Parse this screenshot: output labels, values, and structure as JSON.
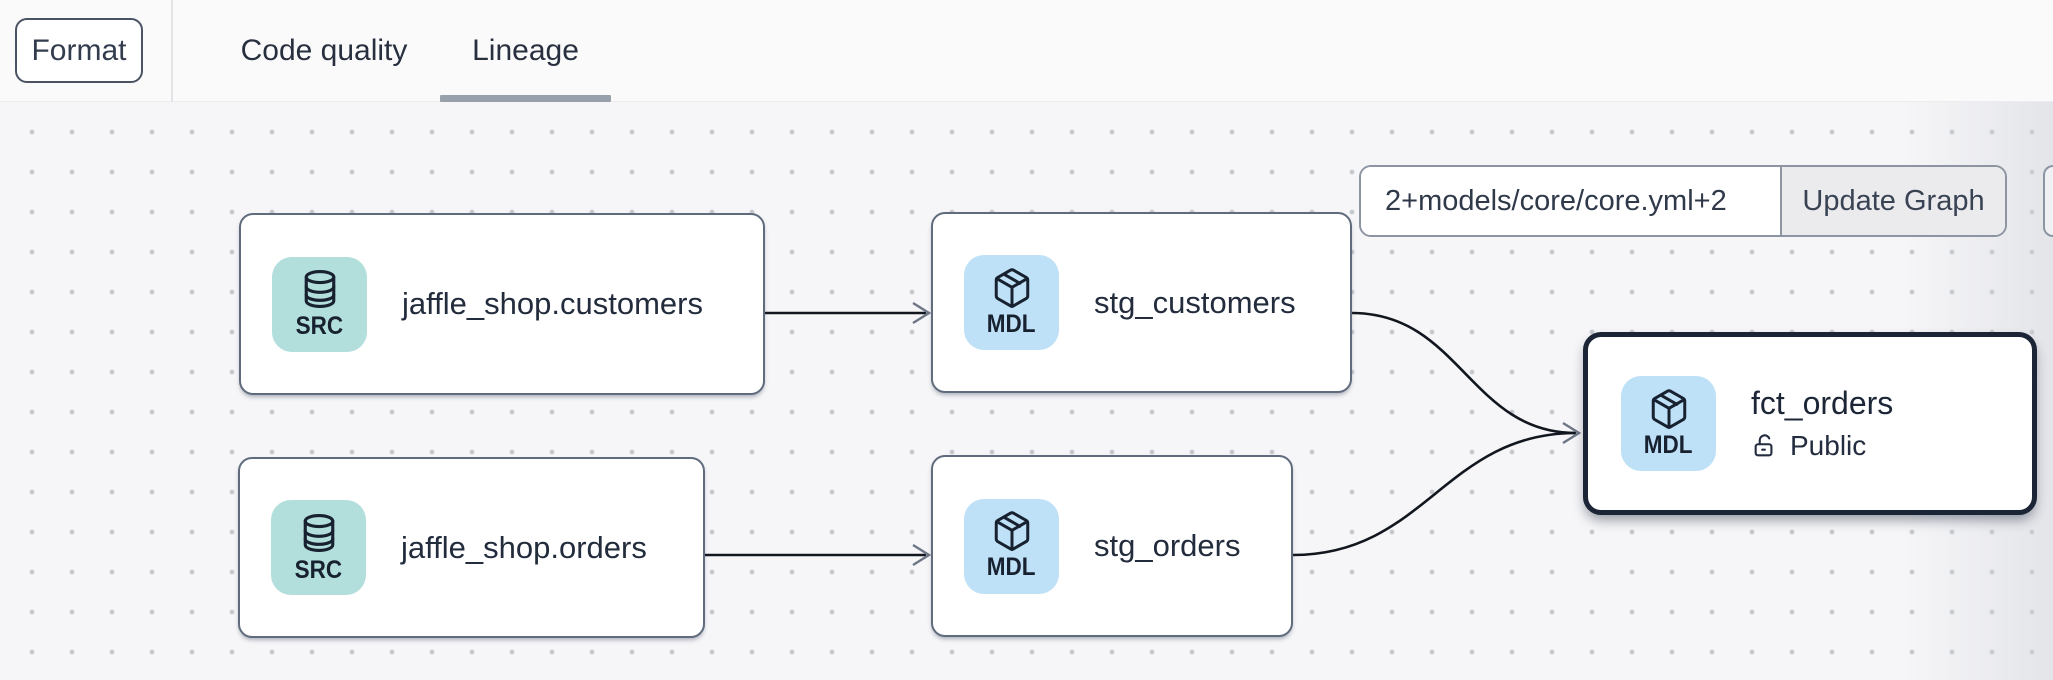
{
  "toolbar": {
    "format_label": "Format"
  },
  "tabs": {
    "code_quality": {
      "label": "Code quality",
      "active": false
    },
    "lineage": {
      "label": "Lineage",
      "active": true
    }
  },
  "lineage_controls": {
    "selector_value": "2+models/core/core.yml+2",
    "update_button_label": "Update Graph"
  },
  "nodes": {
    "src_customers": {
      "badge": "SRC",
      "badge_icon": "database-icon",
      "label": "jaffle_shop.customers",
      "type": "source"
    },
    "stg_customers": {
      "badge": "MDL",
      "badge_icon": "cube-icon",
      "label": "stg_customers",
      "type": "model"
    },
    "src_orders": {
      "badge": "SRC",
      "badge_icon": "database-icon",
      "label": "jaffle_shop.orders",
      "type": "source"
    },
    "stg_orders": {
      "badge": "MDL",
      "badge_icon": "cube-icon",
      "label": "stg_orders",
      "type": "model"
    },
    "fct_orders": {
      "badge": "MDL",
      "badge_icon": "cube-icon",
      "label": "fct_orders",
      "access": "Public",
      "type": "model",
      "selected": true
    }
  },
  "edges": [
    {
      "from": "jaffle_shop.customers",
      "to": "stg_customers"
    },
    {
      "from": "jaffle_shop.orders",
      "to": "stg_orders"
    },
    {
      "from": "stg_customers",
      "to": "fct_orders"
    },
    {
      "from": "stg_orders",
      "to": "fct_orders"
    }
  ],
  "colors": {
    "source_badge": "#b2dedb",
    "model_badge": "#bee1f7",
    "node_border": "#606b7d",
    "selected_node_border": "#1b2535",
    "edge": "#11161f",
    "tab_underline": "#98a0ac",
    "canvas_bg": "#f6f6f8",
    "canvas_dot": "#c6c9ce",
    "text_primary": "#232d3f"
  }
}
